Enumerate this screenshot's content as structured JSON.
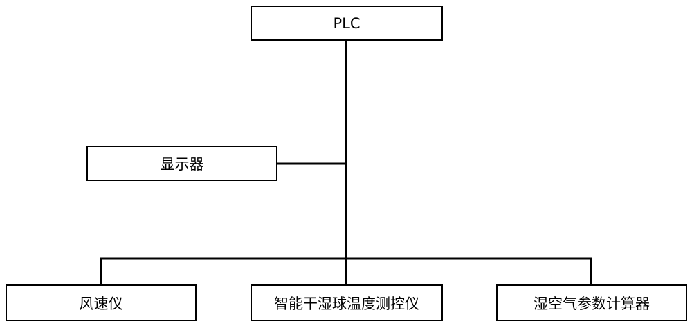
{
  "nodes": {
    "plc": "PLC",
    "display": "显示器",
    "anemometer": "风速仪",
    "hygrometer": "智能干湿球温度测控仪",
    "calculator": "湿空气参数计算器"
  },
  "colors": {
    "line": "#000000",
    "background": "#ffffff"
  }
}
